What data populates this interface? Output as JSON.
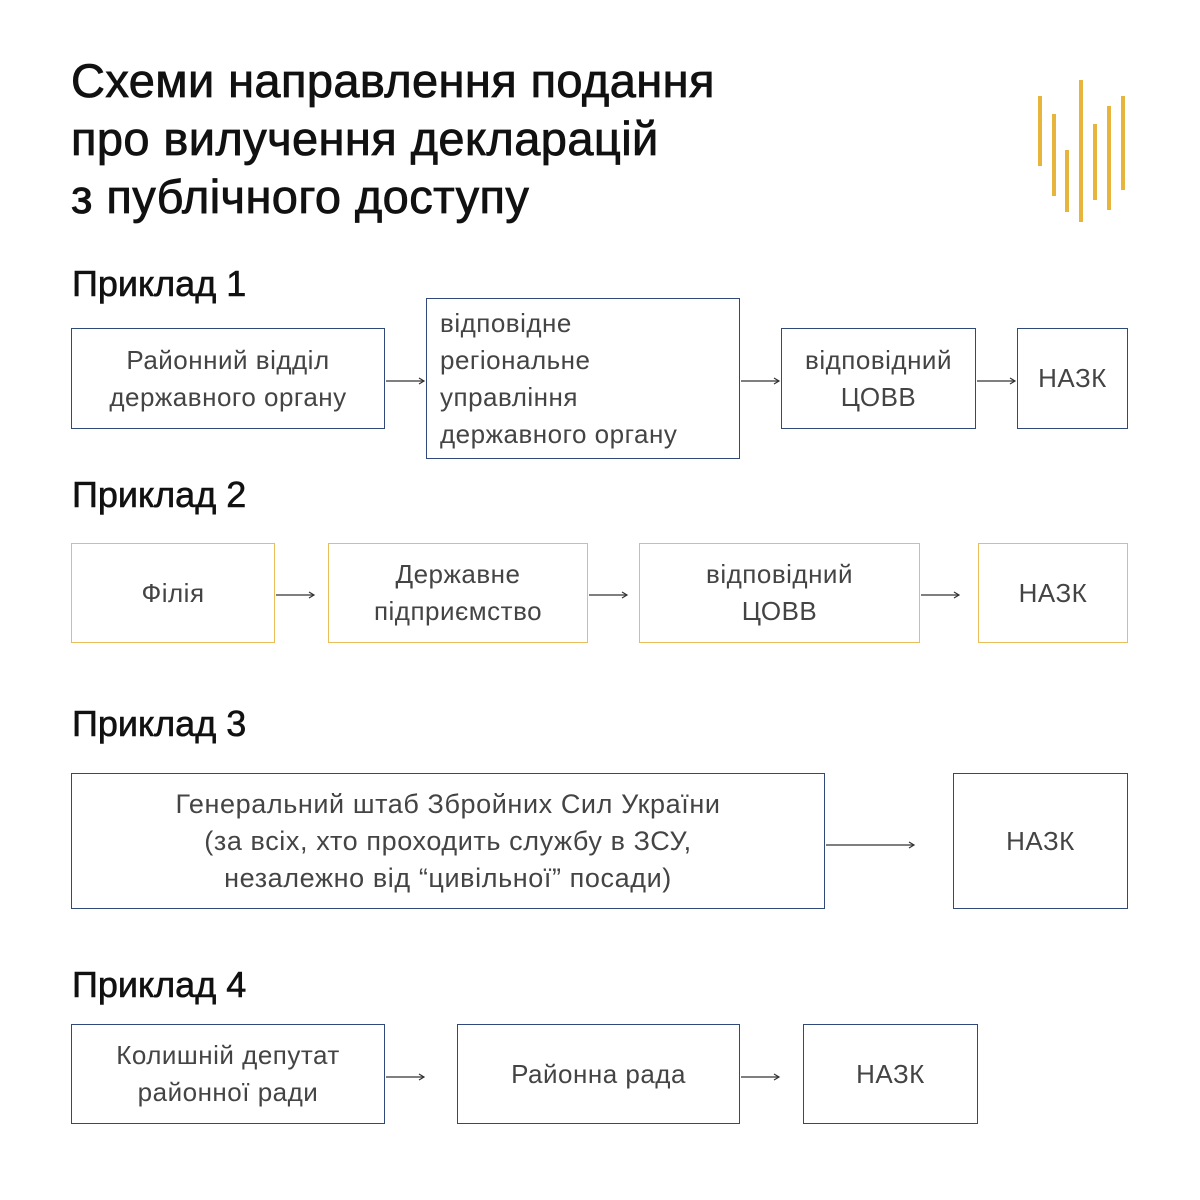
{
  "title": {
    "lines": [
      "Схеми направлення подання",
      "про вилучення декларацій",
      "з публічного доступу"
    ]
  },
  "logo": {
    "icon": "nazk-logo"
  },
  "colors": {
    "blue_border": "#30497a",
    "gold_border": "#e9bd5a",
    "logo": "#e8b53c",
    "heading_text": "#111111",
    "box_text": "#444444"
  },
  "examples": [
    {
      "label": "Приклад 1",
      "nodes": [
        {
          "lines": [
            "Районний відділ",
            "державного органу"
          ]
        },
        {
          "lines": [
            "відповідне",
            "регіональне",
            "управління",
            "державного органу"
          ]
        },
        {
          "lines": [
            "відповідний",
            "ЦОВВ"
          ]
        },
        {
          "lines": [
            "НАЗК"
          ]
        }
      ]
    },
    {
      "label": "Приклад 2",
      "nodes": [
        {
          "lines": [
            "Філія"
          ]
        },
        {
          "lines": [
            "Державне",
            "підприємство"
          ]
        },
        {
          "lines": [
            "відповідний",
            "ЦОВВ"
          ]
        },
        {
          "lines": [
            "НАЗК"
          ]
        }
      ]
    },
    {
      "label": "Приклад 3",
      "nodes": [
        {
          "lines": [
            "Генеральний штаб Збройних Сил України",
            "(за всіх, хто проходить службу в ЗСУ,",
            "незалежно від “цивільної” посади)"
          ]
        },
        {
          "lines": [
            "НАЗК"
          ]
        }
      ]
    },
    {
      "label": "Приклад 4",
      "nodes": [
        {
          "lines": [
            "Колишній депутат",
            "районної ради"
          ]
        },
        {
          "lines": [
            "Районна рада"
          ]
        },
        {
          "lines": [
            "НАЗК"
          ]
        }
      ]
    }
  ]
}
